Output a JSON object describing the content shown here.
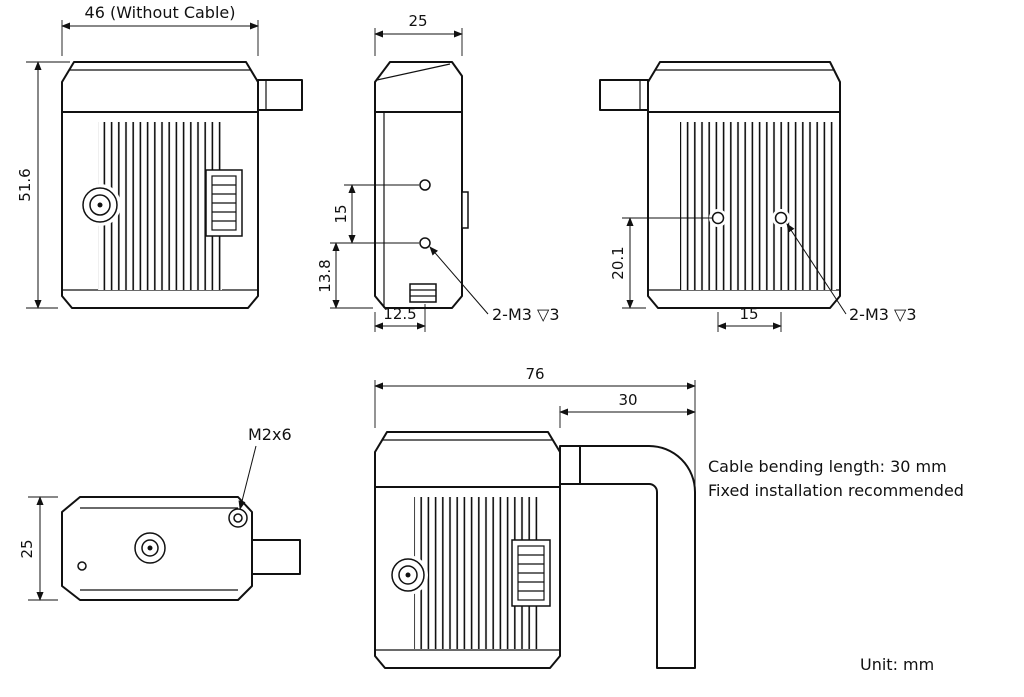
{
  "drawing": {
    "unit_label": "Unit: mm",
    "front_view": {
      "width_dim": "46 (Without Cable)",
      "height_dim": "51.6"
    },
    "side_view": {
      "depth_dim": "25",
      "hole_pitch_dim": "15",
      "hole_offset_dim": "13.8",
      "edge_offset_dim": "12.5",
      "thread_label": "2-M3 ▽3"
    },
    "rear_view": {
      "hole_height_dim": "20.1",
      "hole_pitch_dim": "15",
      "thread_label": "2-M3 ▽3"
    },
    "top_view": {
      "screw_label": "M2x6",
      "depth_dim": "25"
    },
    "cable_view": {
      "overall_width_dim": "76",
      "bend_dim": "30"
    },
    "notes": {
      "line1": "Cable bending length: 30 mm",
      "line2": "Fixed installation recommended"
    }
  }
}
